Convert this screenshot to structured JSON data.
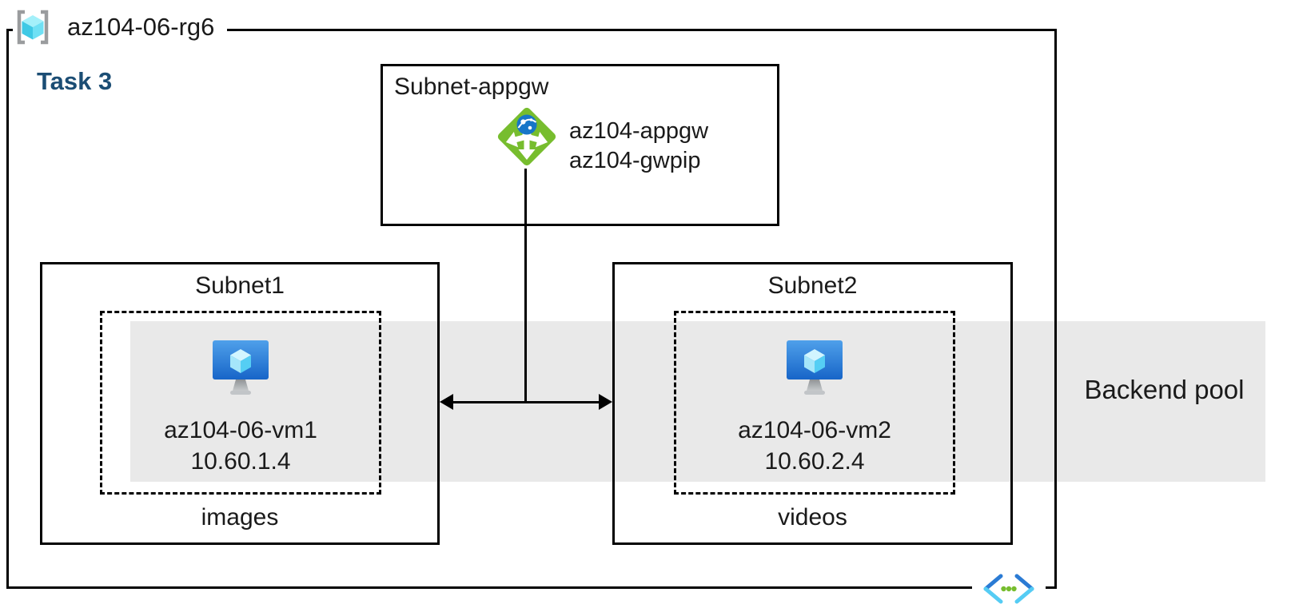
{
  "diagram": {
    "resource_group": {
      "name": "az104-06-rg6"
    },
    "task_label": "Task 3",
    "appgw_subnet": {
      "title": "Subnet-appgw",
      "gateway_name": "az104-appgw",
      "gateway_public_ip": "az104-gwpip"
    },
    "subnet1": {
      "title": "Subnet1",
      "vm_name": "az104-06-vm1",
      "vm_ip": "10.60.1.4",
      "app_label": "images"
    },
    "subnet2": {
      "title": "Subnet2",
      "vm_name": "az104-06-vm2",
      "vm_ip": "10.60.2.4",
      "app_label": "videos"
    },
    "backend_pool_label": "Backend pool",
    "icons": {
      "resource_group": "resource-group-icon",
      "application_gateway": "application-gateway-icon",
      "virtual_machine": "virtual-machine-icon",
      "virtual_network": "virtual-network-icon"
    },
    "colors": {
      "backend_pool_band": "#E9E9E9",
      "task_label_blue": "#1B4D74",
      "appgw_green": "#77BD2E",
      "globe_blue": "#1776C8",
      "vm_monitor_top": "#4FA0EA",
      "vm_monitor_bottom": "#1765C8",
      "cube_cyan_light": "#D2F5FF",
      "cube_cyan_mid": "#A5E6FA",
      "cube_cyan_dark": "#55CEF4",
      "vnet_chevron_dark": "#2B7BD4",
      "vnet_chevron_light": "#55CCF4",
      "vnet_dots_green": "#77BD2E",
      "line_black": "#000000"
    }
  }
}
